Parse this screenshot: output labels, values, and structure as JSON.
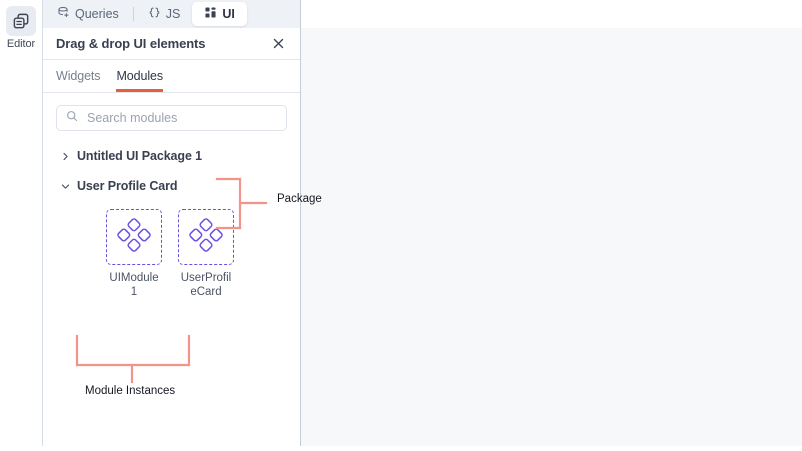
{
  "rail": {
    "items": [
      {
        "label": "Editor",
        "icon": "editor-pages-icon",
        "active": true
      }
    ]
  },
  "tabstrip": {
    "tabs": [
      {
        "label": "Queries",
        "icon": "database-query-icon",
        "active": false
      },
      {
        "label": "JS",
        "icon": "braces-icon",
        "active": false
      },
      {
        "label": "UI",
        "icon": "grid-layout-icon",
        "active": true
      }
    ]
  },
  "panel": {
    "title": "Drag & drop UI elements",
    "close_icon": "close-icon",
    "subtabs": [
      {
        "label": "Widgets",
        "active": false
      },
      {
        "label": "Modules",
        "active": true
      }
    ],
    "search": {
      "placeholder": "Search modules",
      "value": "",
      "icon": "search-icon"
    },
    "tree": [
      {
        "label": "Untitled UI Package 1",
        "expanded": false,
        "chevron": "chevron-right-icon"
      },
      {
        "label": "User Profile Card",
        "expanded": true,
        "chevron": "chevron-down-icon"
      }
    ],
    "modules": [
      {
        "name": "UIModule 1",
        "icon": "four-diamonds-module-icon"
      },
      {
        "name": "UserProfileCard",
        "icon": "four-diamonds-module-icon"
      }
    ]
  },
  "annotations": [
    {
      "label": "Package"
    },
    {
      "label": "Module Instances"
    }
  ],
  "colors": {
    "accent_tab_underline": "#e0613a",
    "module_purple": "#6d4fe0",
    "annotation_salmon": "#f2948a",
    "panel_bg": "#ffffff",
    "tabstrip_bg": "#eef1f5",
    "canvas_bg": "#f7f8fa"
  }
}
